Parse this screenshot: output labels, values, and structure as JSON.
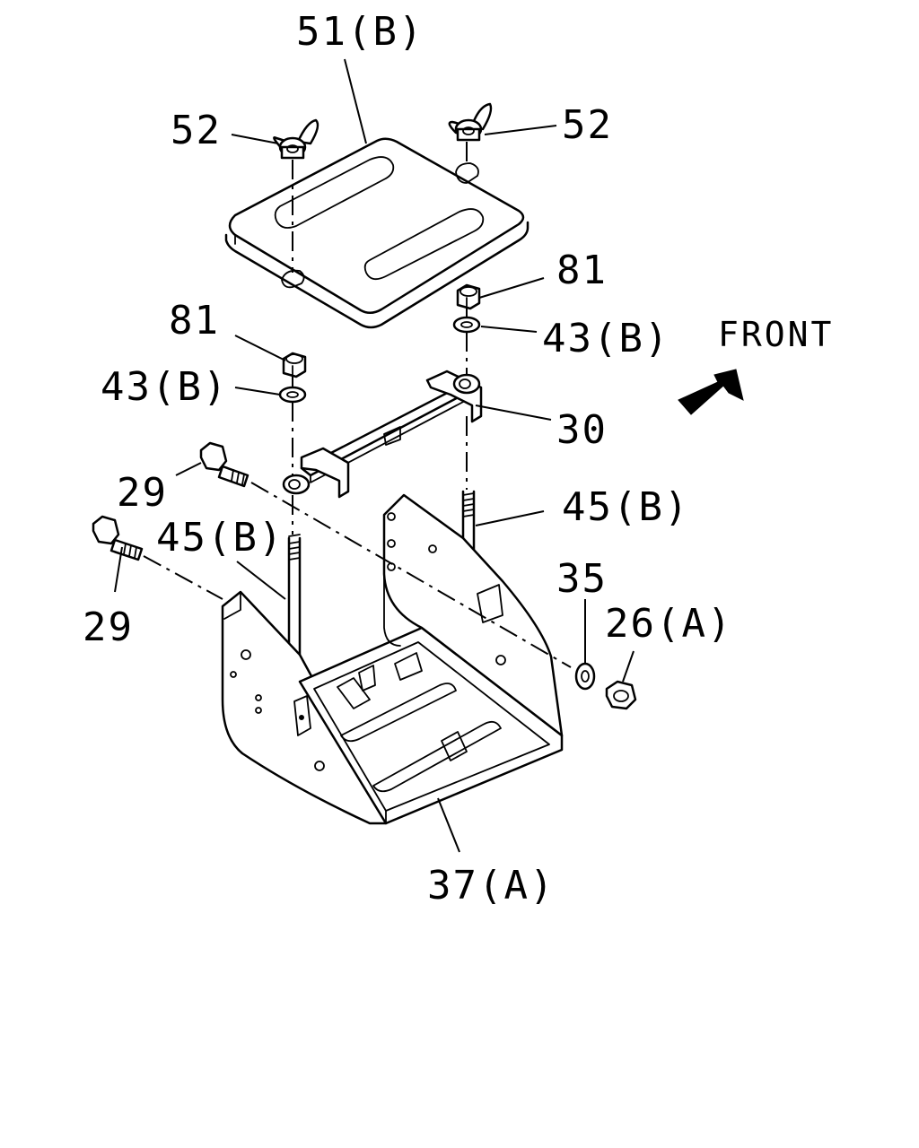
{
  "diagram": {
    "orientation_label": "FRONT",
    "callouts": {
      "cover": "51(B)",
      "wing_nut_left": "52",
      "wing_nut_right": "52",
      "nut_left": "81",
      "nut_right": "81",
      "washer_left": "43(B)",
      "washer_right": "43(B)",
      "clamp_bar": "30",
      "bolt_upper": "29",
      "bolt_lower": "29",
      "rod_left": "45(B)",
      "rod_right": "45(B)",
      "washer_35": "35",
      "flange_nut": "26(A)",
      "tray": "37(A)"
    }
  }
}
